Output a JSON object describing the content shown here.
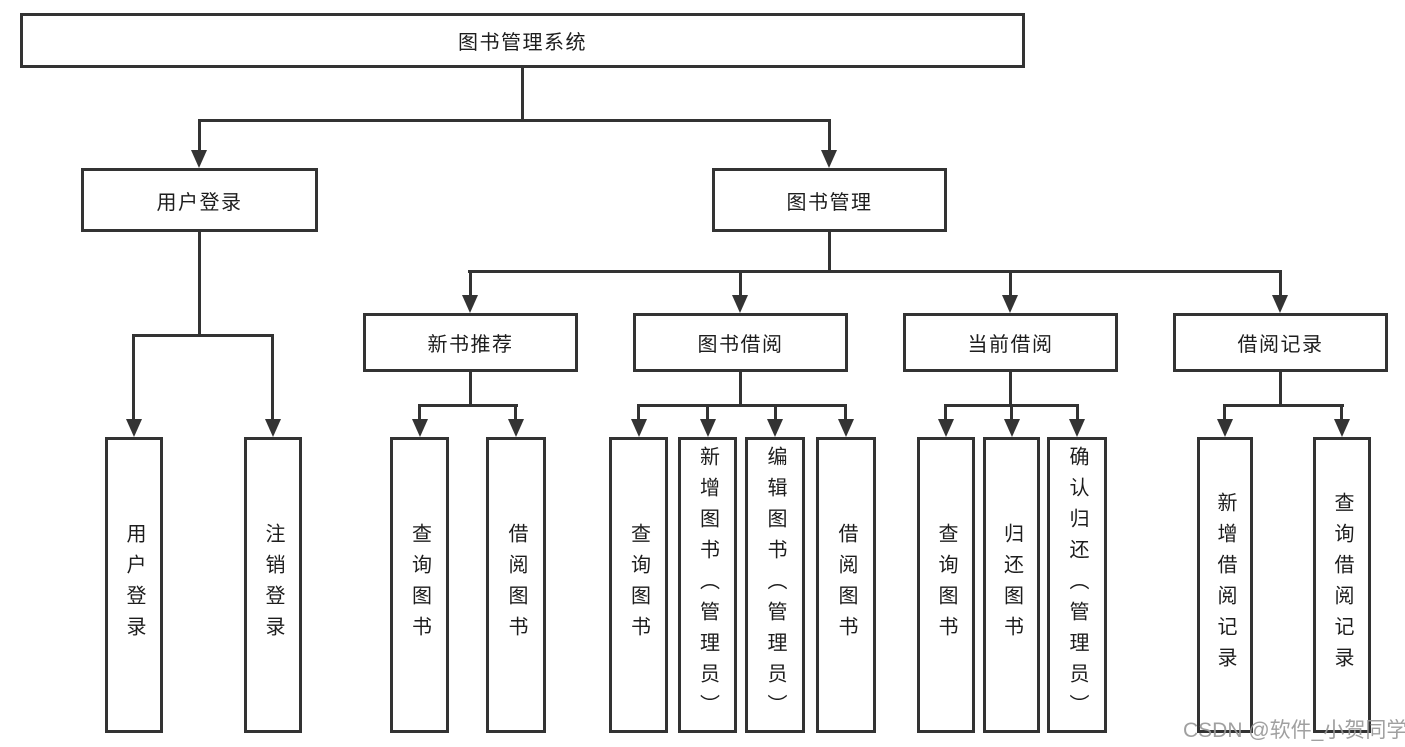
{
  "root": {
    "label": "图书管理系统"
  },
  "branches": {
    "user_login": {
      "label": "用户登录"
    },
    "book_mgmt": {
      "label": "图书管理"
    }
  },
  "sections": {
    "new_book": {
      "label": "新书推荐"
    },
    "borrow": {
      "label": "图书借阅"
    },
    "current": {
      "label": "当前借阅"
    },
    "records": {
      "label": "借阅记录"
    }
  },
  "leaves": {
    "user_login": [
      "用户登录",
      "注销登录"
    ],
    "new_book": [
      "查询图书",
      "借阅图书"
    ],
    "borrow": [
      "查询图书",
      "新增图书（管理员）",
      "编辑图书（管理员）",
      "借阅图书"
    ],
    "current": [
      "查询图书",
      "归还图书",
      "确认归还（管理员）"
    ],
    "records": [
      "新增借阅记录",
      "查询借阅记录"
    ]
  },
  "watermark": "CSDN @软件_小贺同学",
  "colors": {
    "line": "#333333",
    "text": "#1d1d1d",
    "box_fill": "#ffffff",
    "watermark": "#999999",
    "background": "#ffffff"
  }
}
